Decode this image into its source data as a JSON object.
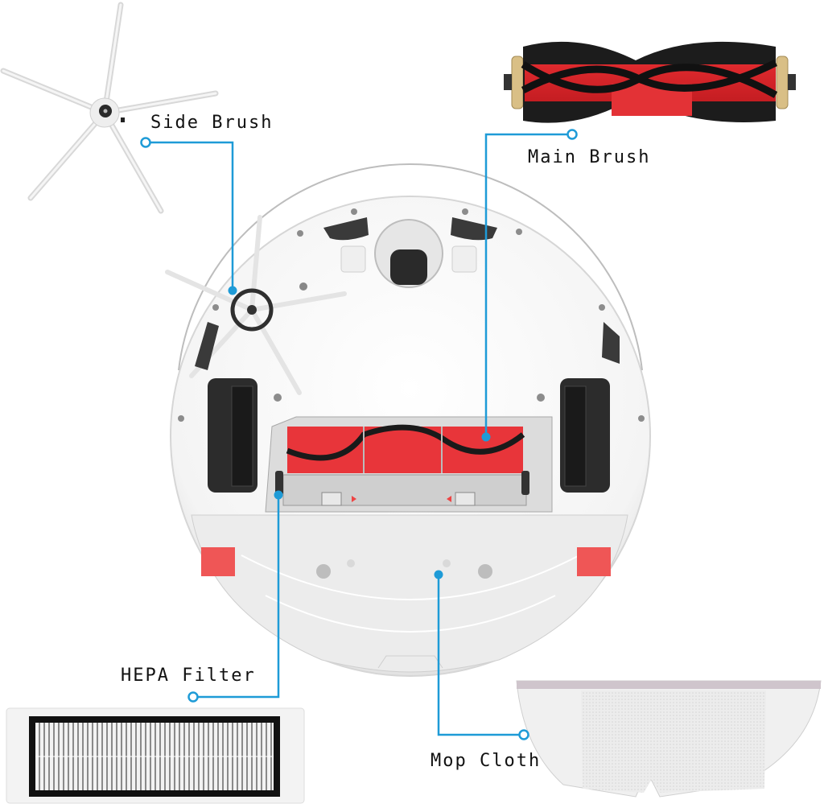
{
  "diagram": {
    "accent_color": "#1e9bd7",
    "parts": [
      {
        "id": "side_brush",
        "label": "Side Brush"
      },
      {
        "id": "main_brush",
        "label": "Main Brush"
      },
      {
        "id": "hepa_filter",
        "label": "HEPA Filter"
      },
      {
        "id": "mop_cloth",
        "label": "Mop Cloth"
      }
    ]
  }
}
